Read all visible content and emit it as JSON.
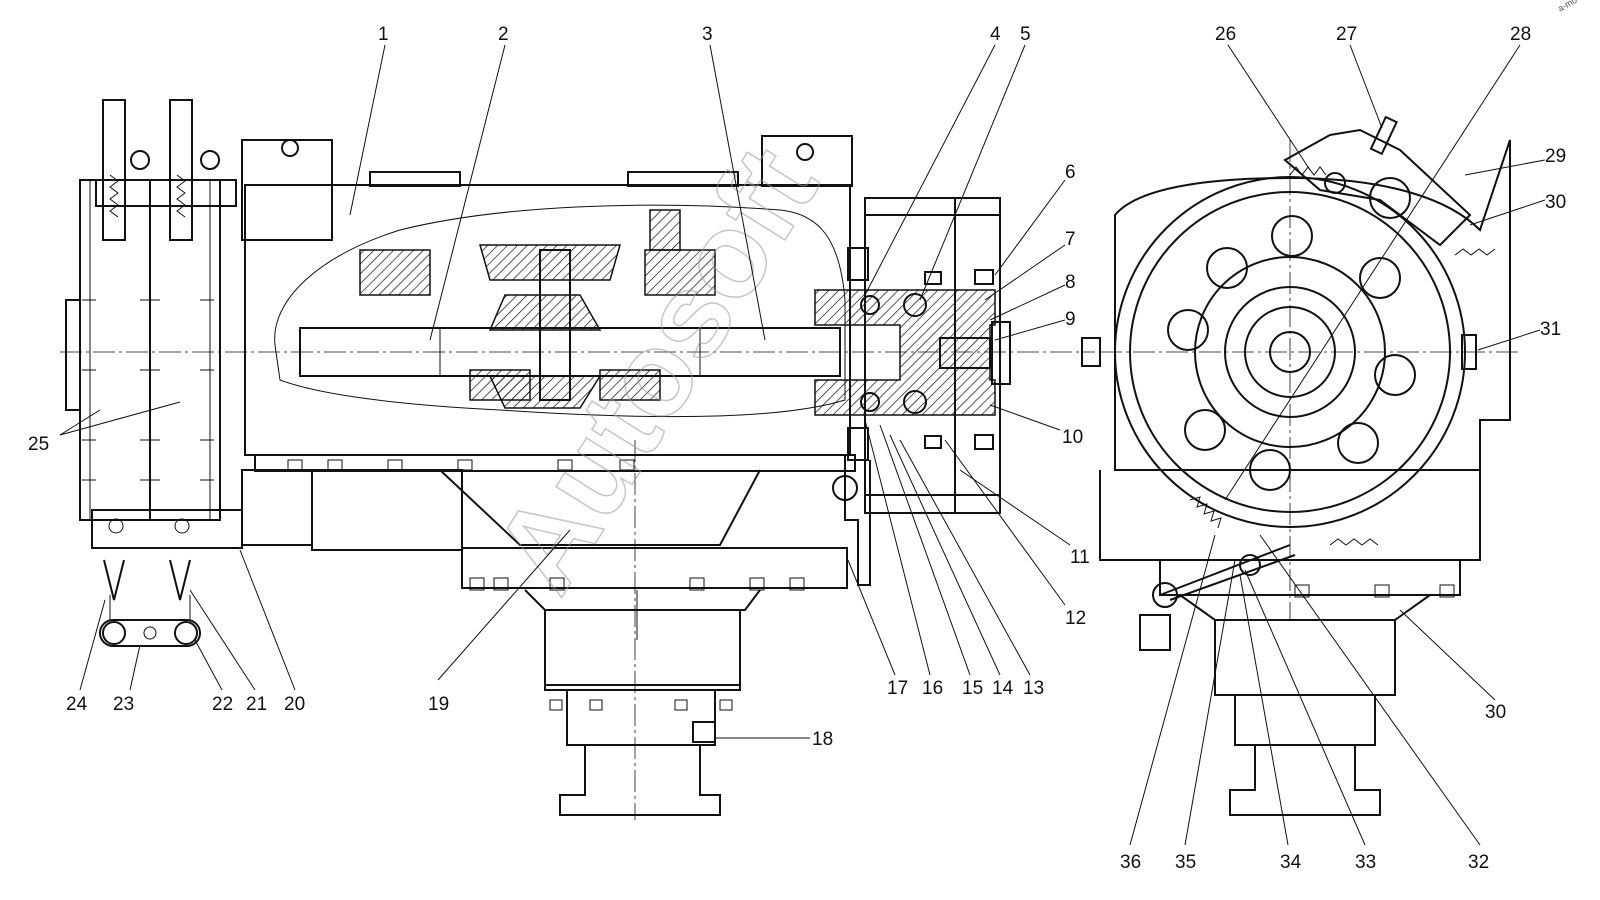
{
  "watermark": {
    "text": "Autosoft",
    "corner_mark": "a-mo"
  },
  "labels": [
    {
      "id": "1",
      "text": "1"
    },
    {
      "id": "2",
      "text": "2"
    },
    {
      "id": "3",
      "text": "3"
    },
    {
      "id": "4",
      "text": "4"
    },
    {
      "id": "5",
      "text": "5"
    },
    {
      "id": "6",
      "text": "6"
    },
    {
      "id": "7",
      "text": "7"
    },
    {
      "id": "8",
      "text": "8"
    },
    {
      "id": "9",
      "text": "9"
    },
    {
      "id": "10",
      "text": "10"
    },
    {
      "id": "11",
      "text": "11"
    },
    {
      "id": "12",
      "text": "12"
    },
    {
      "id": "13",
      "text": "13"
    },
    {
      "id": "14",
      "text": "14"
    },
    {
      "id": "15",
      "text": "15"
    },
    {
      "id": "16",
      "text": "16"
    },
    {
      "id": "17",
      "text": "17"
    },
    {
      "id": "18",
      "text": "18"
    },
    {
      "id": "19",
      "text": "19"
    },
    {
      "id": "20",
      "text": "20"
    },
    {
      "id": "21",
      "text": "21"
    },
    {
      "id": "22",
      "text": "22"
    },
    {
      "id": "23",
      "text": "23"
    },
    {
      "id": "24",
      "text": "24"
    },
    {
      "id": "25",
      "text": "25"
    },
    {
      "id": "26",
      "text": "26"
    },
    {
      "id": "27",
      "text": "27"
    },
    {
      "id": "28",
      "text": "28"
    },
    {
      "id": "29",
      "text": "29"
    },
    {
      "id": "30a",
      "text": "30"
    },
    {
      "id": "30b",
      "text": "30"
    },
    {
      "id": "31",
      "text": "31"
    },
    {
      "id": "32",
      "text": "32"
    },
    {
      "id": "33",
      "text": "33"
    },
    {
      "id": "34",
      "text": "34"
    },
    {
      "id": "35",
      "text": "35"
    },
    {
      "id": "36",
      "text": "36"
    }
  ]
}
